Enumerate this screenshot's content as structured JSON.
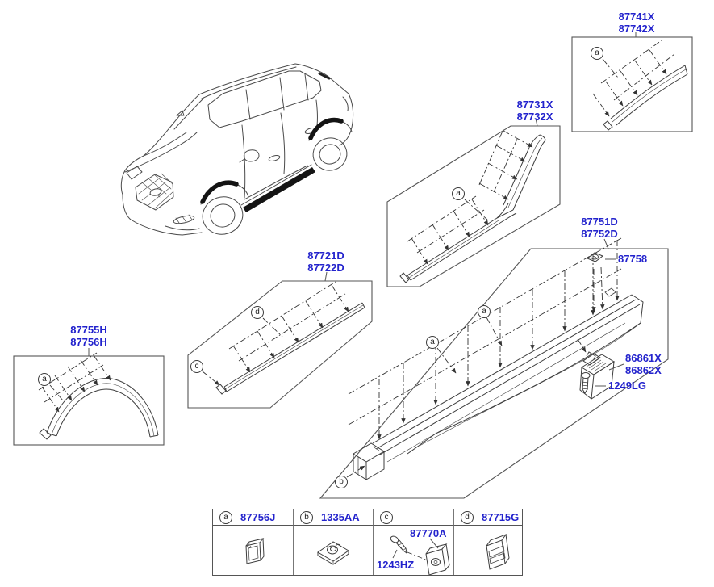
{
  "colors": {
    "label_blue": "#2323cd",
    "line_gray": "#454545",
    "accent_black": "#141414"
  },
  "part_labels": {
    "rear_wheel_arch_box": {
      "line1": "87741X",
      "line2": "87742X"
    },
    "pillar_garnish_box": {
      "line1": "87731X",
      "line2": "87732X"
    },
    "side_sill_box": {
      "line1": "87751D",
      "line2": "87752D"
    },
    "door_moulding_box": {
      "line1": "87721D",
      "line2": "87722D"
    },
    "front_wheel_arch_box": {
      "line1": "87755H",
      "line2": "87756H"
    },
    "clip_top": "87758",
    "mud_guard": {
      "line1": "86861X",
      "line2": "86862X"
    },
    "sill_screw": "1249LG"
  },
  "callout_letters": {
    "a": "a",
    "b": "b",
    "c": "c",
    "d": "d"
  },
  "legend_table": {
    "col_a": {
      "letter": "a",
      "part": "87756J",
      "icon": "pad-clip-icon"
    },
    "col_b": {
      "letter": "b",
      "part": "1335AA",
      "icon": "spring-nut-icon"
    },
    "col_c": {
      "letter": "c",
      "part_screw": "1243HZ",
      "part_grommet": "87770A",
      "icons": [
        "tapping-screw-icon",
        "grommet-icon"
      ]
    },
    "col_d": {
      "letter": "d",
      "part": "87715G",
      "icon": "retainer-clip-icon"
    }
  }
}
